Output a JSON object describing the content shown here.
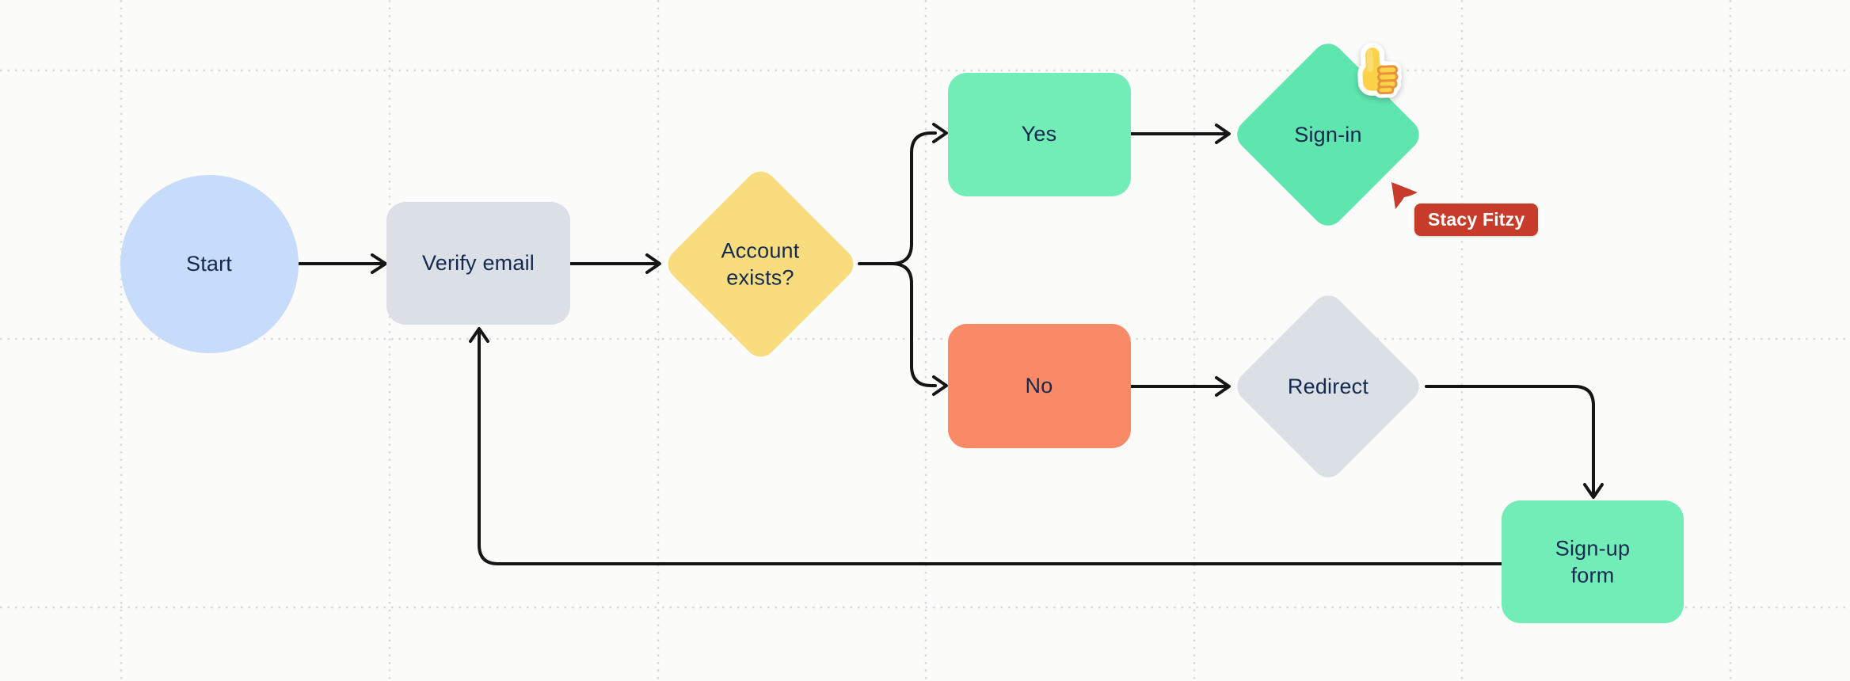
{
  "canvas": {
    "background": "#FBFBFA",
    "grid_color": "#D9D9DD",
    "connector_color": "#151515",
    "text_color": "#14294E"
  },
  "nodes": [
    {
      "id": "start",
      "shape": "circle",
      "label": "Start",
      "fill": "#C7DBFA"
    },
    {
      "id": "verify-email",
      "shape": "rounded-rect",
      "label": "Verify email",
      "fill": "#DBDFE6"
    },
    {
      "id": "account-exists",
      "shape": "diamond",
      "label": "Account\nexists?",
      "fill": "#F9DC7D"
    },
    {
      "id": "yes",
      "shape": "rounded-rect",
      "label": "Yes",
      "fill": "#72EDB8"
    },
    {
      "id": "sign-in",
      "shape": "diamond",
      "label": "Sign-in",
      "fill": "#5FE6AF"
    },
    {
      "id": "no",
      "shape": "rounded-rect",
      "label": "No",
      "fill": "#F98A67"
    },
    {
      "id": "redirect",
      "shape": "diamond",
      "label": "Redirect",
      "fill": "#DBDFE6"
    },
    {
      "id": "signup-form",
      "shape": "rounded-rect",
      "label": "Sign-up\nform",
      "fill": "#72EDB8"
    }
  ],
  "edges": [
    {
      "from": "start",
      "to": "verify-email"
    },
    {
      "from": "verify-email",
      "to": "account-exists"
    },
    {
      "from": "account-exists",
      "to": "yes"
    },
    {
      "from": "account-exists",
      "to": "no"
    },
    {
      "from": "yes",
      "to": "sign-in"
    },
    {
      "from": "no",
      "to": "redirect"
    },
    {
      "from": "redirect",
      "to": "signup-form"
    },
    {
      "from": "signup-form",
      "to": "verify-email"
    }
  ],
  "sticker": {
    "icon": "thumbs-up-emoji",
    "colors": {
      "hand": "#FBD249",
      "lines": "#E8913C",
      "outline": "#FFFFFF"
    }
  },
  "collaborator": {
    "name": "Stacy Fitzy",
    "color": "#C63B2A"
  }
}
